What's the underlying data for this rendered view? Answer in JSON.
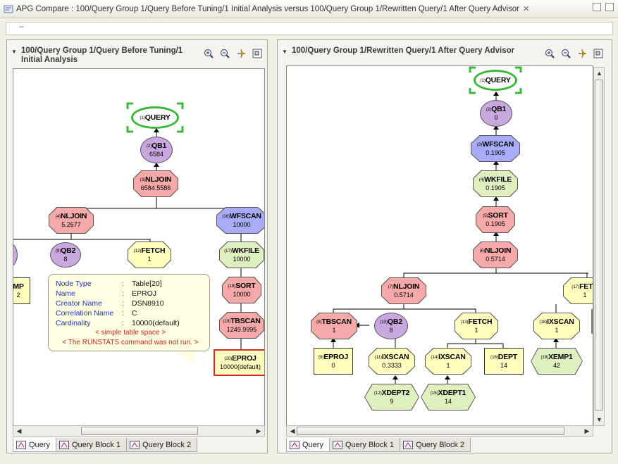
{
  "window": {
    "title": "APG Compare : 100/Query Group 1/Query Before Tuning/1 Initial Analysis versus 100/Query Group 1/Rewritten Query/1 After Query Advisor",
    "close_glyph": "✕"
  },
  "filter": {
    "text": "--"
  },
  "left": {
    "title_line1": "100/Query Group 1/Query Before Tuning/1",
    "title_line2": "Initial Analysis",
    "nodes": {
      "n1": {
        "num": "(1)",
        "name": "QUERY",
        "val": ""
      },
      "n2": {
        "num": "(2)",
        "name": "QB1",
        "val": "6584"
      },
      "n3": {
        "num": "(3)",
        "name": "NLJOIN",
        "val": "6584.5586"
      },
      "n4": {
        "num": "(4)",
        "name": "NLJOIN",
        "val": "5.2677"
      },
      "n16": {
        "num": "(16)",
        "name": "WFSCAN",
        "val": "10000"
      },
      "n9": {
        "num": "(9)",
        "name": "QB2",
        "val": "8"
      },
      "n12": {
        "num": "(12)",
        "name": "FETCH",
        "val": "1"
      },
      "n17": {
        "num": "(17)",
        "name": "WKFILE",
        "val": "10000"
      },
      "n18": {
        "num": "(18)",
        "name": "SORT",
        "val": "10000"
      },
      "n19": {
        "num": "(19)",
        "name": "TBSCAN",
        "val": "1249.9995"
      },
      "n20": {
        "num": "(20)",
        "name": "EPROJ",
        "val": "10000(default)"
      },
      "nEmp": {
        "name": "MP",
        "val": "2"
      }
    },
    "tooltip": {
      "rows": [
        {
          "k": "Node Type",
          "v": "Table[20]"
        },
        {
          "k": "Name",
          "v": "EPROJ"
        },
        {
          "k": "Creator Name",
          "v": "DSN8910"
        },
        {
          "k": "Correlation Name",
          "v": "C"
        },
        {
          "k": "Cardinality",
          "v": "10000(default)"
        }
      ],
      "warn1": "< simple table space >",
      "warn2": "< The RUNSTATS command was not run. >"
    },
    "tabs": [
      "Query",
      "Query Block 1",
      "Query Block 2"
    ]
  },
  "right": {
    "title": "100/Query Group 1/Rewritten Query/1 After Query Advisor",
    "nodes": {
      "n1": {
        "num": "(1)",
        "name": "QUERY",
        "val": ""
      },
      "n2": {
        "num": "(2)",
        "name": "QB1",
        "val": "0"
      },
      "n3": {
        "num": "(3)",
        "name": "WFSCAN",
        "val": "0.1905"
      },
      "n4": {
        "num": "(4)",
        "name": "WKFILE",
        "val": "0.1905"
      },
      "n5": {
        "num": "(5)",
        "name": "SORT",
        "val": "0.1905"
      },
      "n6": {
        "num": "(6)",
        "name": "NLJOIN",
        "val": "0.5714"
      },
      "n7": {
        "num": "(7)",
        "name": "NLJOIN",
        "val": "0.5714"
      },
      "n17": {
        "num": "(17)",
        "name": "FETC",
        "val": "1"
      },
      "n8": {
        "num": "(8)",
        "name": "TBSCAN",
        "val": "1"
      },
      "n10": {
        "num": "(10)",
        "name": "QB2",
        "val": "8"
      },
      "n13": {
        "num": "(13)",
        "name": "FETCH",
        "val": "1"
      },
      "n18": {
        "num": "(18)",
        "name": "IXSCAN",
        "val": "1"
      },
      "n9": {
        "num": "(9)",
        "name": "EPROJ",
        "val": "0"
      },
      "n11": {
        "num": "(11)",
        "name": "IXSCAN",
        "val": "0.3333"
      },
      "n14": {
        "num": "(14)",
        "name": "IXSCAN",
        "val": "1"
      },
      "n16": {
        "num": "(16)",
        "name": "DEPT",
        "val": "14"
      },
      "n19": {
        "num": "(19)",
        "name": "XEMP1",
        "val": "42"
      },
      "n12": {
        "num": "(12)",
        "name": "XDEPT2",
        "val": "9"
      },
      "n15": {
        "num": "(15)",
        "name": "XDEPT1",
        "val": "14"
      }
    },
    "tabs": [
      "Query",
      "Query Block 1",
      "Query Block 2"
    ]
  },
  "colors": {
    "red": "#f6a9a9",
    "purple": "#c9a8e0",
    "blue": "#a8acf4",
    "yellow": "#ffffbf",
    "green": "#e0efc0",
    "query_ring": "#3bb83b"
  }
}
